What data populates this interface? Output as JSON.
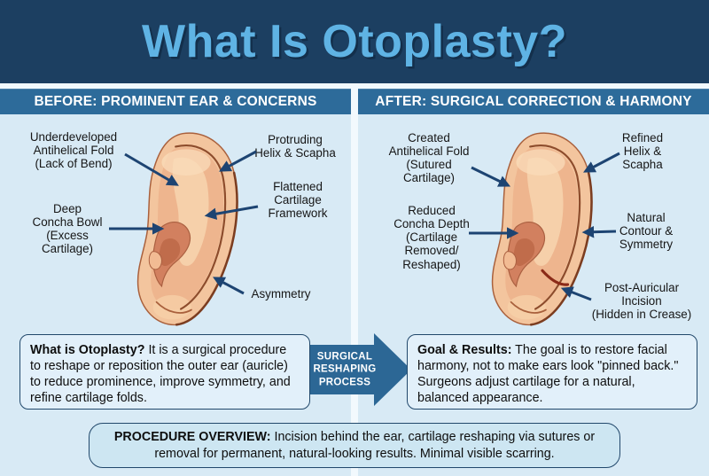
{
  "header": {
    "title": "What Is Otoplasty?"
  },
  "panels": {
    "before": {
      "title": "BEFORE: PROMINENT EAR & CONCERNS",
      "labels": {
        "antihelical_fold": "Underdeveloped\nAntihelical Fold\n(Lack of Bend)",
        "concha_bowl": "Deep\nConcha Bowl\n(Excess\nCartilage)",
        "helix_scapha": "Protruding\nHelix & Scapha",
        "cartilage_framework": "Flattened\nCartilage\nFramework",
        "asymmetry": "Asymmetry"
      }
    },
    "after": {
      "title": "AFTER: SURGICAL CORRECTION & HARMONY",
      "labels": {
        "antihelical_fold": "Created\nAntihelical Fold\n(Sutured\nCartilage)",
        "concha_depth": "Reduced\nConcha Depth\n(Cartilage\nRemoved/\nReshaped)",
        "helix_scapha": "Refined\nHelix &\nScapha",
        "contour_symmetry": "Natural\nContour &\nSymmetry",
        "incision": "Post-Auricular\nIncision\n(Hidden in Crease)"
      }
    }
  },
  "process_arrow": {
    "label": "SURGICAL\nRESHAPING\nPROCESS"
  },
  "info_boxes": {
    "what_is": {
      "lead": "What is Otoplasty?",
      "body": " It is a surgical procedure to reshape or reposition the outer ear (auricle) to reduce prominence, improve symmetry, and refine cartilage folds."
    },
    "goal": {
      "lead": "Goal & Results:",
      "body": " The goal is to restore facial harmony, not to make ears look \"pinned back.\" Surgeons adjust cartilage for a natural, balanced appearance."
    },
    "overview": {
      "lead": "PROCEDURE OVERVIEW:",
      "body": " Incision behind the ear, cartilage reshaping via sutures or removal for permanent, natural-looking results. Minimal visible scarring."
    }
  },
  "colors": {
    "header_bg": "#1c3f61",
    "title_text": "#5fb3e4",
    "panel_bar_bg": "#2d6b9a",
    "page_bg": "#d8eaf5",
    "divider": "#f2f9fd",
    "callout_arrow": "#1d4472",
    "box_border": "#21486b",
    "box_bg": "#e2f0fa",
    "overview_bg": "#cde6f2",
    "process_arrow_bg": "#2c6795",
    "ear_skin": "#f3c59e",
    "ear_concha": "#d2805f",
    "incision_mark": "#8b2b18"
  }
}
